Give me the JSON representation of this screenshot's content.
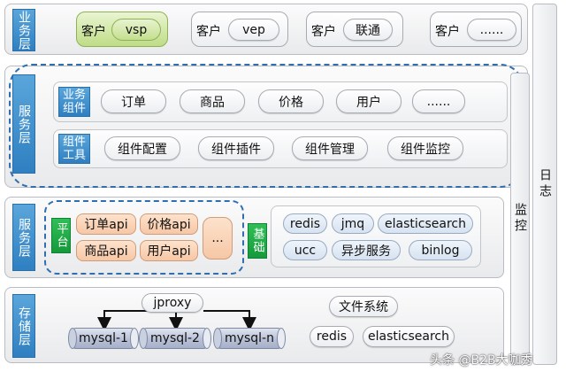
{
  "layers": {
    "business": {
      "label": "业务层",
      "clients": [
        {
          "prefix": "客户",
          "name": "vsp"
        },
        {
          "prefix": "客户",
          "name": "vep"
        },
        {
          "prefix": "客户",
          "name": "联通"
        },
        {
          "prefix": "客户",
          "name": "......"
        }
      ]
    },
    "service_upper": {
      "label": "服务层",
      "business_components": {
        "label": "业务组件",
        "items": [
          "订单",
          "商品",
          "价格",
          "用户",
          "......"
        ]
      },
      "component_tools": {
        "label": "组件工具",
        "items": [
          "组件配置",
          "组件插件",
          "组件管理",
          "组件监控"
        ]
      }
    },
    "service_lower": {
      "label": "服务层",
      "platform": {
        "label": "平台",
        "apis": [
          "订单api",
          "价格api",
          "商品api",
          "用户api"
        ],
        "more": "..."
      },
      "foundation": {
        "label": "基础",
        "items": [
          "redis",
          "jmq",
          "elasticsearch",
          "ucc",
          "异步服务",
          "binlog"
        ]
      }
    },
    "storage": {
      "label": "存储层",
      "proxy": "jproxy",
      "databases": [
        "mysql-1",
        "mysql-2",
        "mysql-n"
      ],
      "filesystem": "文件系统",
      "cache": "redis",
      "search": "elasticsearch"
    }
  },
  "side": {
    "monitor": "监控",
    "log": "日志"
  },
  "watermark": "头条 @B2B大咖秀"
}
